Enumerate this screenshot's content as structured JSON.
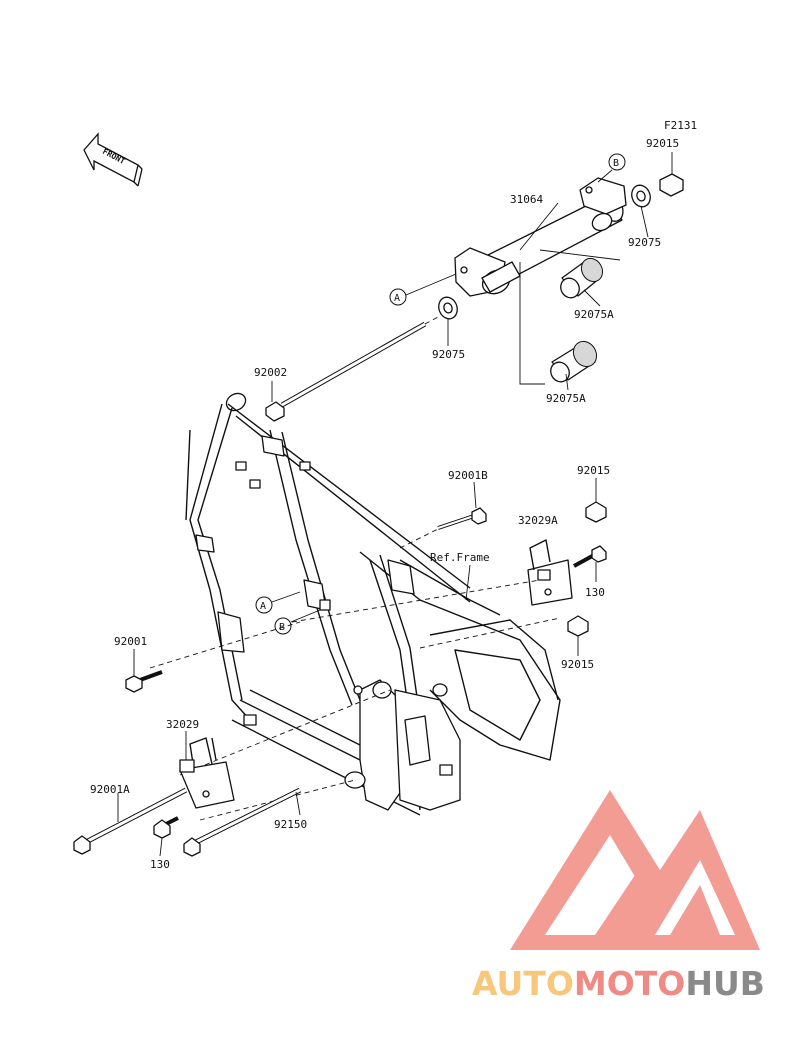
{
  "diagram": {
    "figure_code": "F2131",
    "front_label": "FRONT",
    "callouts": {
      "a_upper": "A",
      "b_upper": "B",
      "a_lower": "A",
      "b_lower": "B"
    },
    "part_labels": {
      "p92015_top": "92015",
      "p31064": "31064",
      "p92075_right": "92075",
      "p92075a_upper": "92075A",
      "p92075_left": "92075",
      "p92075a_lower": "92075A",
      "p92002": "92002",
      "p92001b": "92001B",
      "p92015_mid": "92015",
      "p32029a": "32029A",
      "ref_frame": "Ref.Frame",
      "p130_right": "130",
      "p92015_low": "92015",
      "p92001": "92001",
      "p32029": "32029",
      "p92001a": "92001A",
      "p92150": "92150",
      "p130_left": "130"
    }
  },
  "watermark": {
    "part1": "AUTO",
    "part2": "MOTO",
    "part3": "HUB",
    "color_light": "#f7c87c",
    "color_mid": "#f08a85",
    "color_dark": "#8a8a8a",
    "logo_color": "#f28b82"
  }
}
